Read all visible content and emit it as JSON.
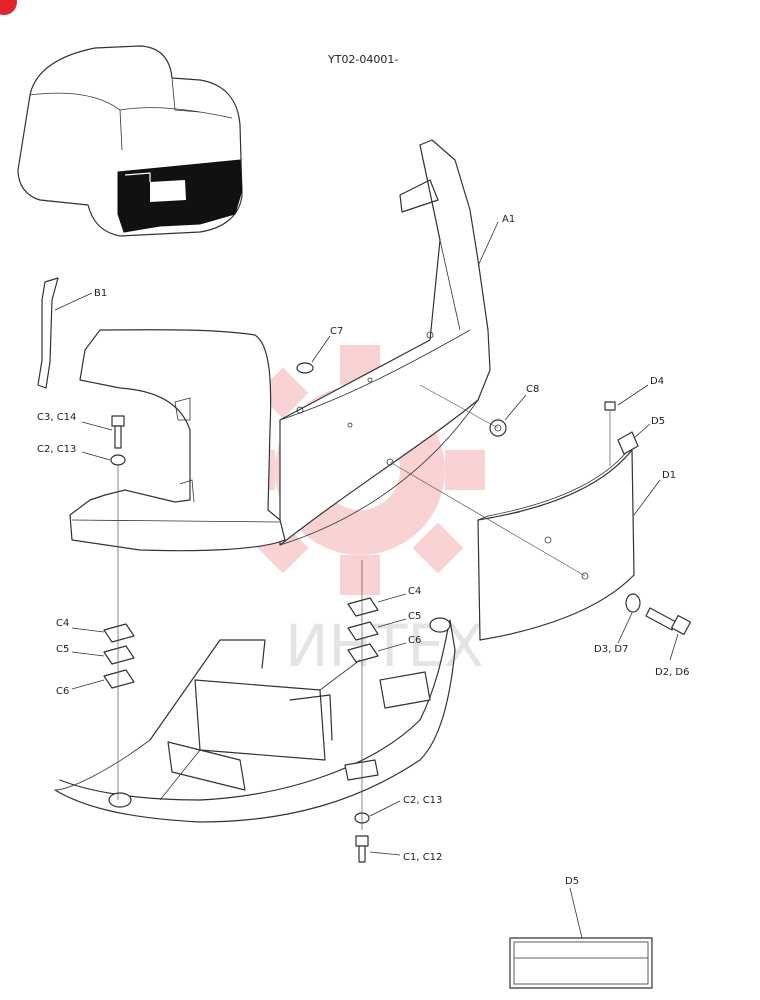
{
  "header": {
    "drawing_code": "YT02-04001-"
  },
  "corner_badge": {
    "color": "#e3242b"
  },
  "watermark": {
    "text": "ИНТЕХ",
    "gear_color": "#f2a0a0"
  },
  "callouts": [
    {
      "id": "A1",
      "text": "A1"
    },
    {
      "id": "B1",
      "text": "B1"
    },
    {
      "id": "C7",
      "text": "C7"
    },
    {
      "id": "C8",
      "text": "C8"
    },
    {
      "id": "C3C14",
      "text": "C3, C14"
    },
    {
      "id": "C2C13a",
      "text": "C2, C13"
    },
    {
      "id": "C4a",
      "text": "C4"
    },
    {
      "id": "C5a",
      "text": "C5"
    },
    {
      "id": "C6a",
      "text": "C6"
    },
    {
      "id": "C4b",
      "text": "C4"
    },
    {
      "id": "C5b",
      "text": "C5"
    },
    {
      "id": "C6b",
      "text": "C6"
    },
    {
      "id": "C2C13b",
      "text": "C2, C13"
    },
    {
      "id": "C1C12",
      "text": "C1, C12"
    },
    {
      "id": "D1",
      "text": "D1"
    },
    {
      "id": "D4",
      "text": "D4"
    },
    {
      "id": "D5a",
      "text": "D5"
    },
    {
      "id": "D3D7",
      "text": "D3, D7"
    },
    {
      "id": "D2D6",
      "text": "D2, D6"
    },
    {
      "id": "D5b",
      "text": "D5"
    }
  ]
}
